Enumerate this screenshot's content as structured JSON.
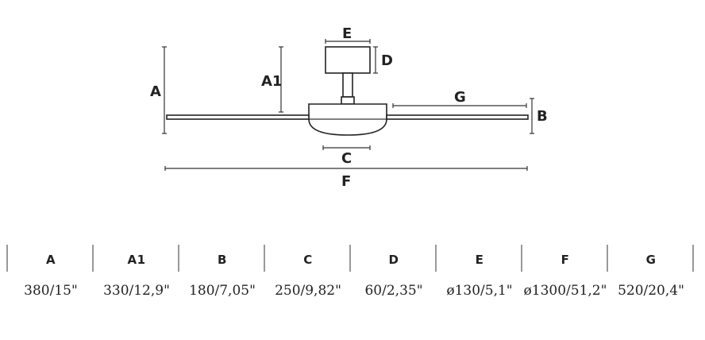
{
  "diagram": {
    "labels": {
      "A": "A",
      "A1": "A1",
      "B": "B",
      "C": "C",
      "D": "D",
      "E": "E",
      "F": "F",
      "G": "G"
    }
  },
  "table": {
    "columns": [
      {
        "header": "A",
        "value": "380/15\""
      },
      {
        "header": "A1",
        "value": "330/12,9\""
      },
      {
        "header": "B",
        "value": "180/7,05\""
      },
      {
        "header": "C",
        "value": "250/9,82\""
      },
      {
        "header": "D",
        "value": "60/2,35\""
      },
      {
        "header": "E",
        "value": "ø130/5,1\""
      },
      {
        "header": "F",
        "value": "ø1300/51,2\""
      },
      {
        "header": "G",
        "value": "520/20,4\""
      }
    ]
  }
}
